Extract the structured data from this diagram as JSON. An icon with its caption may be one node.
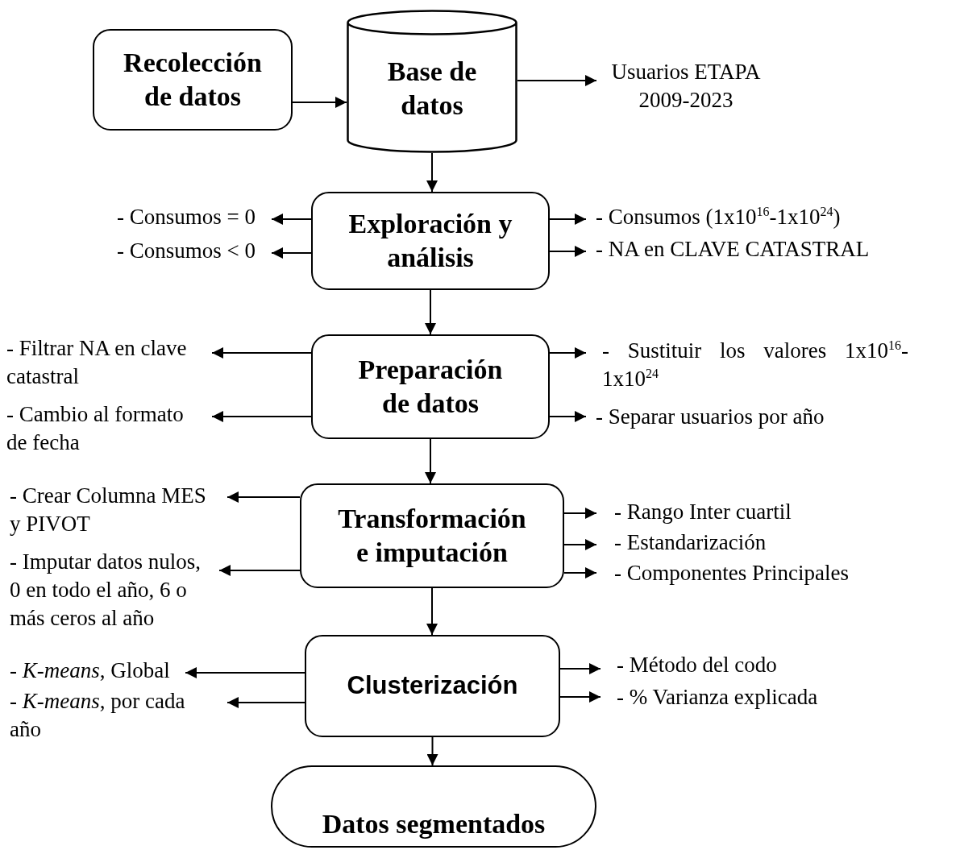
{
  "diagram": {
    "nodes": [
      {
        "text": [
          "Recolección de datos"
        ]
      },
      {
        "text": [
          "Base de datos"
        ]
      },
      {
        "text": [
          "Usuarios ETAPA 2009-2023"
        ]
      },
      {
        "text": [
          "Exploración y análisis"
        ]
      },
      {
        "text": [
          "- Consumos = 0"
        ]
      },
      {
        "text": [
          "- Consumos < 0"
        ]
      },
      {
        "text": [
          "-  Consumos (1x10$^{16}$-1x10$^{24}$)"
        ]
      },
      {
        "text": [
          "-  NA en CLAVE CATASTRAL"
        ]
      },
      {
        "text": [
          "Preparación de datos"
        ]
      },
      {
        "text": [
          "- Filtrar NA en clave catastral"
        ]
      },
      {
        "text": [
          "- Cambio al formato de fecha"
        ]
      },
      {
        "text": [
          "- Sustituir los valores 1x10$^{16}$-1x10$^{24}$"
        ]
      },
      {
        "text": [
          "-  Separar usuarios por año"
        ]
      },
      {
        "text": [
          "Transformación e imputación"
        ]
      },
      {
        "text": [
          "- Crear Columna MES y PIVOT"
        ]
      },
      {
        "text": [
          "- Imputar datos nulos, 0 en todo el año, 6 o más ceros al año"
        ]
      },
      {
        "text": [
          "- Rango Inter cuartil"
        ]
      },
      {
        "text": [
          "- Estandarización"
        ]
      },
      {
        "text": [
          "- Componentes Principales"
        ]
      },
      {
        "text": [
          "Clusterización"
        ]
      },
      {
        "text": [
          "- *K-means*, Global"
        ]
      },
      {
        "text": [
          "- *K-means*, por cada año"
        ]
      },
      {
        "text": [
          "- Método del codo"
        ]
      },
      {
        "text": [
          "- % Varianza explicada"
        ]
      },
      {
        "text": [
          "Datos segmentados"
        ]
      }
    ],
    "edges": [
      {
        "from": 0,
        "to": 1,
        "arrow": "to"
      },
      {
        "from": 1,
        "to": 2,
        "arrow": "to"
      },
      {
        "from": 1,
        "to": 3,
        "arrow": "to"
      },
      {
        "from": 3,
        "to": 4,
        "arrow": "to"
      },
      {
        "from": 3,
        "to": 5,
        "arrow": "to"
      },
      {
        "from": 3,
        "to": 6,
        "arrow": "to"
      },
      {
        "from": 3,
        "to": 7,
        "arrow": "to"
      },
      {
        "from": 3,
        "to": 8,
        "arrow": "to"
      },
      {
        "from": 8,
        "to": 9,
        "arrow": "to"
      },
      {
        "from": 8,
        "to": 10,
        "arrow": "to"
      },
      {
        "from": 8,
        "to": 11,
        "arrow": "to"
      },
      {
        "from": 8,
        "to": 12,
        "arrow": "to"
      },
      {
        "from": 8,
        "to": 13,
        "arrow": "to"
      },
      {
        "from": 13,
        "to": 14,
        "arrow": "to"
      },
      {
        "from": 13,
        "to": 15,
        "arrow": "to"
      },
      {
        "from": 13,
        "to": 16,
        "arrow": "to"
      },
      {
        "from": 13,
        "to": 17,
        "arrow": "to"
      },
      {
        "from": 13,
        "to": 18,
        "arrow": "to"
      },
      {
        "from": 13,
        "to": 19,
        "arrow": "to"
      },
      {
        "from": 19,
        "to": 20,
        "arrow": "to"
      },
      {
        "from": 19,
        "to": 21,
        "arrow": "to"
      },
      {
        "from": 19,
        "to": 22,
        "arrow": "to"
      },
      {
        "from": 19,
        "to": 23,
        "arrow": "to"
      },
      {
        "from": 19,
        "to": 24,
        "arrow": "to"
      }
    ]
  }
}
